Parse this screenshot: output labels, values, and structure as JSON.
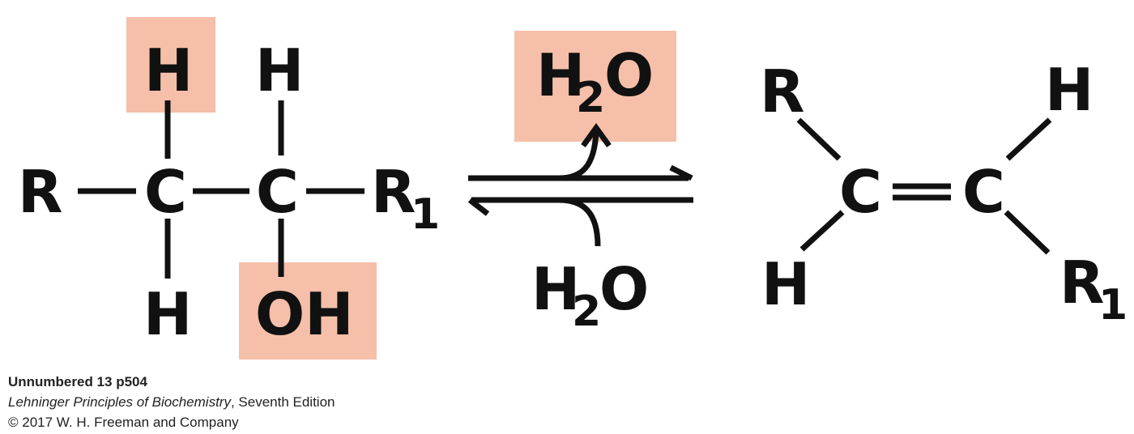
{
  "colors": {
    "highlight": "#f6bfa9",
    "ink": "#111111"
  },
  "reactant": {
    "atoms": {
      "r_left": "R",
      "c1": "C",
      "c2": "C",
      "r1": "R",
      "r1_sub": "1",
      "h_top_left": "H",
      "h_top_right": "H",
      "h_bottom": "H",
      "oh": "OH"
    }
  },
  "reaction": {
    "water_out": {
      "h": "H",
      "sub": "2",
      "o": "O"
    },
    "water_in": {
      "h": "H",
      "sub": "2",
      "o": "O"
    }
  },
  "product": {
    "atoms": {
      "r": "R",
      "h_left": "H",
      "c1": "C",
      "c2": "C",
      "h_right": "H",
      "r1": "R",
      "r1_sub": "1"
    }
  },
  "caption": {
    "line1": "Unnumbered 13 p504",
    "book_title": "Lehninger Principles of Biochemistry",
    "edition": ", Seventh Edition",
    "line3": "© 2017 W. H. Freeman and Company"
  }
}
